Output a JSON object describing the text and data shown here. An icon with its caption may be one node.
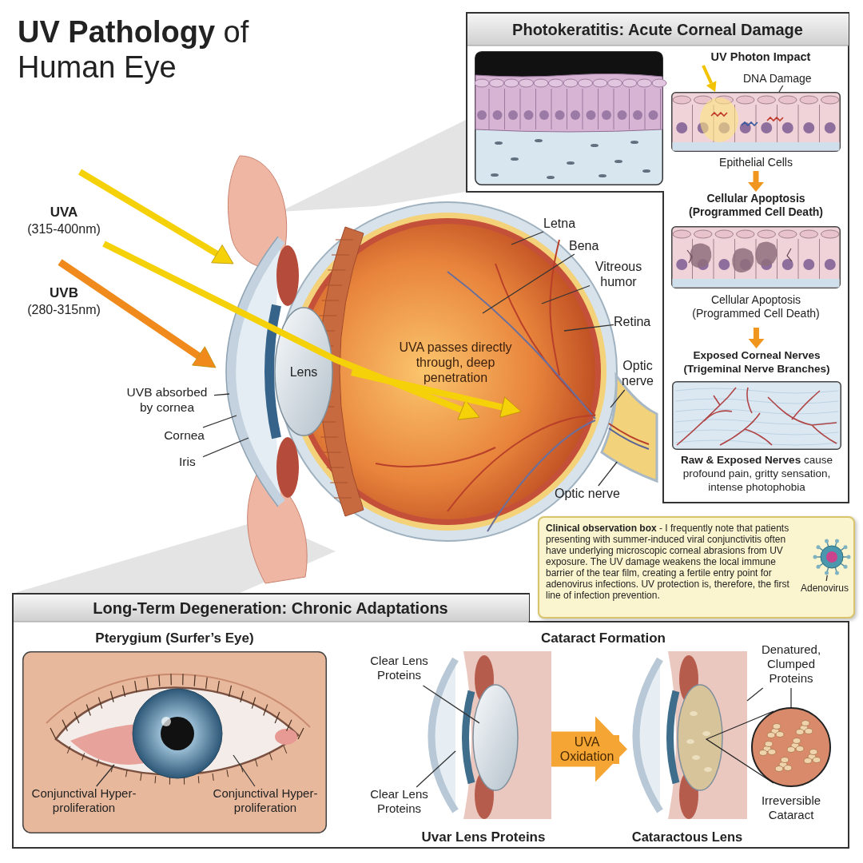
{
  "diagram": {
    "title": "**UV Pathology** of Human Eye",
    "nodes": [
      {
        "text": [
          "Photokeratitis: Acute Corneal Damage"
        ]
      },
      {
        "text": [],
        "shape": "picture",
        "in": 0
      },
      {
        "text": [
          "UV Photon Impact"
        ],
        "in": 0
      },
      {
        "text": [
          "DNA Damage"
        ],
        "in": 0
      },
      {
        "text": [
          "Epithelial Cells"
        ],
        "in": 0
      },
      {
        "text": [
          "Cellular Apoptosis (Programmed Cell Death)",
          "Cellular Apoptosis (Programmed Cell Death)"
        ],
        "in": 0
      },
      {
        "text": [
          "Exposed Corneal Nerves (Trigeminal Nerve Branches)",
          "**Raw & Exposed Nerves** cause profound pain, gritty sensation, intense photophobia"
        ],
        "in": 0
      },
      {
        "text": [
          "Letna"
        ]
      },
      {
        "text": [
          "Bena"
        ]
      },
      {
        "text": [
          "Vitreous humor"
        ]
      },
      {
        "text": [
          "Retina"
        ]
      },
      {
        "text": [
          "Optic nerve"
        ]
      },
      {
        "text": [
          "Optic nerve"
        ]
      },
      {
        "text": [
          "UVB absorbed by cornea"
        ]
      },
      {
        "text": [
          "Cornea"
        ]
      },
      {
        "text": [
          "Iris"
        ]
      },
      {
        "text": [
          "**Clinical observation box** - I frequently note that patients presenting with summer-induced viral conjunctivitis often have underlying microscopic corneal abrasions from UV exposure. The UV damage weakens the local immune barrier of the tear film, creating a fertile entry point for adenovirus infections. UV protection is, therefore, the first line of infection prevention."
        ]
      },
      {
        "text": [],
        "shape": "picture",
        "in": 16
      },
      {
        "text": [
          "Adenovirus"
        ],
        "in": 16
      },
      {
        "text": [
          "Long-Term Degeneration: Chronic Adaptations"
        ]
      },
      {
        "text": [
          "Pterygium (Surfer’s Eye)"
        ],
        "in": 19
      },
      {
        "text": [
          "Conjunctival Hyper-proliferation"
        ],
        "in": 20
      },
      {
        "text": [
          "Conjunctival Hyper-proliferation"
        ],
        "in": 20
      },
      {
        "text": [
          "Uvar Lens Proteins"
        ],
        "in": 19
      },
      {
        "text": [
          "Clear Lens Proteins"
        ],
        "in": 19
      },
      {
        "text": [
          "Clear Lens Proteins"
        ],
        "in": 19
      },
      {
        "text": [
          "Cataractous Lens"
        ],
        "in": 19
      },
      {
        "text": [
          "Denatured, Clumped Proteins"
        ],
        "in": 19
      },
      {
        "text": [],
        "shape": "circle",
        "in": 19
      },
      {
        "text": [],
        "shape": "picture"
      }
    ],
    "edges": [
      {
        "from": 2,
        "to": 4,
        "arrow": "to",
        "style": "thick",
        "color": "#f2c200"
      },
      {
        "from": 3,
        "to": 4,
        "arrow": "none"
      },
      {
        "from": 4,
        "to": 5,
        "arrow": "to",
        "style": "thick",
        "color": "#f0961e"
      },
      {
        "from": 5,
        "to": 6,
        "arrow": "to",
        "style": "thick",
        "color": "#f0961e"
      },
      {
        "from": 7,
        "to": null,
        "arrow": "none"
      },
      {
        "from": 8,
        "to": null,
        "arrow": "none"
      },
      {
        "from": 9,
        "to": null,
        "arrow": "none"
      },
      {
        "from": 10,
        "to": null,
        "arrow": "none"
      },
      {
        "from": 11,
        "to": 29,
        "arrow": "none"
      },
      {
        "from": 12,
        "to": 29,
        "arrow": "none"
      },
      {
        "from": 13,
        "to": null,
        "arrow": "none"
      },
      {
        "from": 14,
        "to": null,
        "arrow": "none"
      },
      {
        "from": 15,
        "to": null,
        "arrow": "none"
      },
      {
        "from": 18,
        "to": 17,
        "arrow": "none"
      },
      {
        "from": 21,
        "to": null,
        "arrow": "none"
      },
      {
        "from": 22,
        "to": null,
        "arrow": "none"
      },
      {
        "from": 24,
        "to": 23,
        "arrow": "none"
      },
      {
        "from": 25,
        "to": 23,
        "arrow": "none"
      },
      {
        "from": 23,
        "to": 26,
        "arrow": "to",
        "label": "UVA Oxidation",
        "style": "thick",
        "color": "#f4a534"
      },
      {
        "from": 27,
        "to": 26,
        "arrow": "none"
      },
      {
        "from": 27,
        "to": 28,
        "arrow": "none"
      }
    ],
    "labels": [
      "UVA",
      "(315-400nm)",
      "UVB",
      "(280-315nm)",
      "Lens",
      "UVA passes directly through, deep penetration",
      "Cataract Formation",
      "Irreversible Cataract"
    ]
  }
}
